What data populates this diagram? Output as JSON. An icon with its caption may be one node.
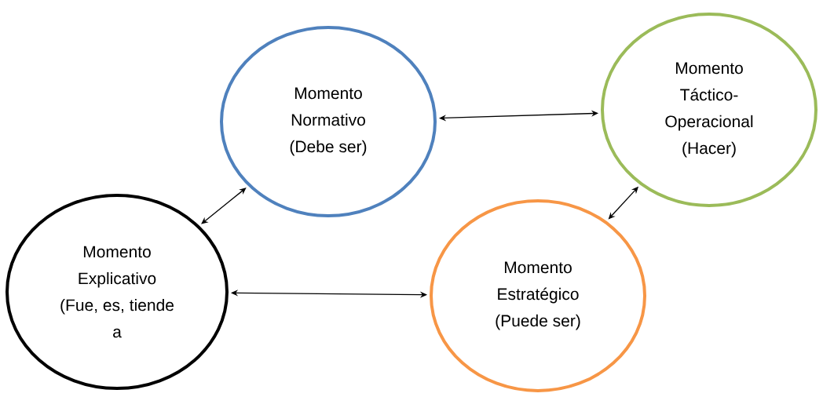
{
  "diagram": {
    "nodes": [
      {
        "text": [
          "Momento Normativo (Debe ser)"
        ]
      },
      {
        "text": [
          "Momento Táctico-Operacional (Hacer)"
        ]
      },
      {
        "text": [
          "Momento Explicativo (Fue, es, tiende a"
        ]
      },
      {
        "text": [
          "Momento Estratégico (Puede ser)"
        ]
      }
    ],
    "edges": [
      {
        "from": 0,
        "to": 1,
        "arrow": "both"
      },
      {
        "from": 2,
        "to": 0,
        "arrow": "both"
      },
      {
        "from": 2,
        "to": 3,
        "arrow": "both"
      },
      {
        "from": 3,
        "to": 1,
        "arrow": "both"
      }
    ]
  }
}
